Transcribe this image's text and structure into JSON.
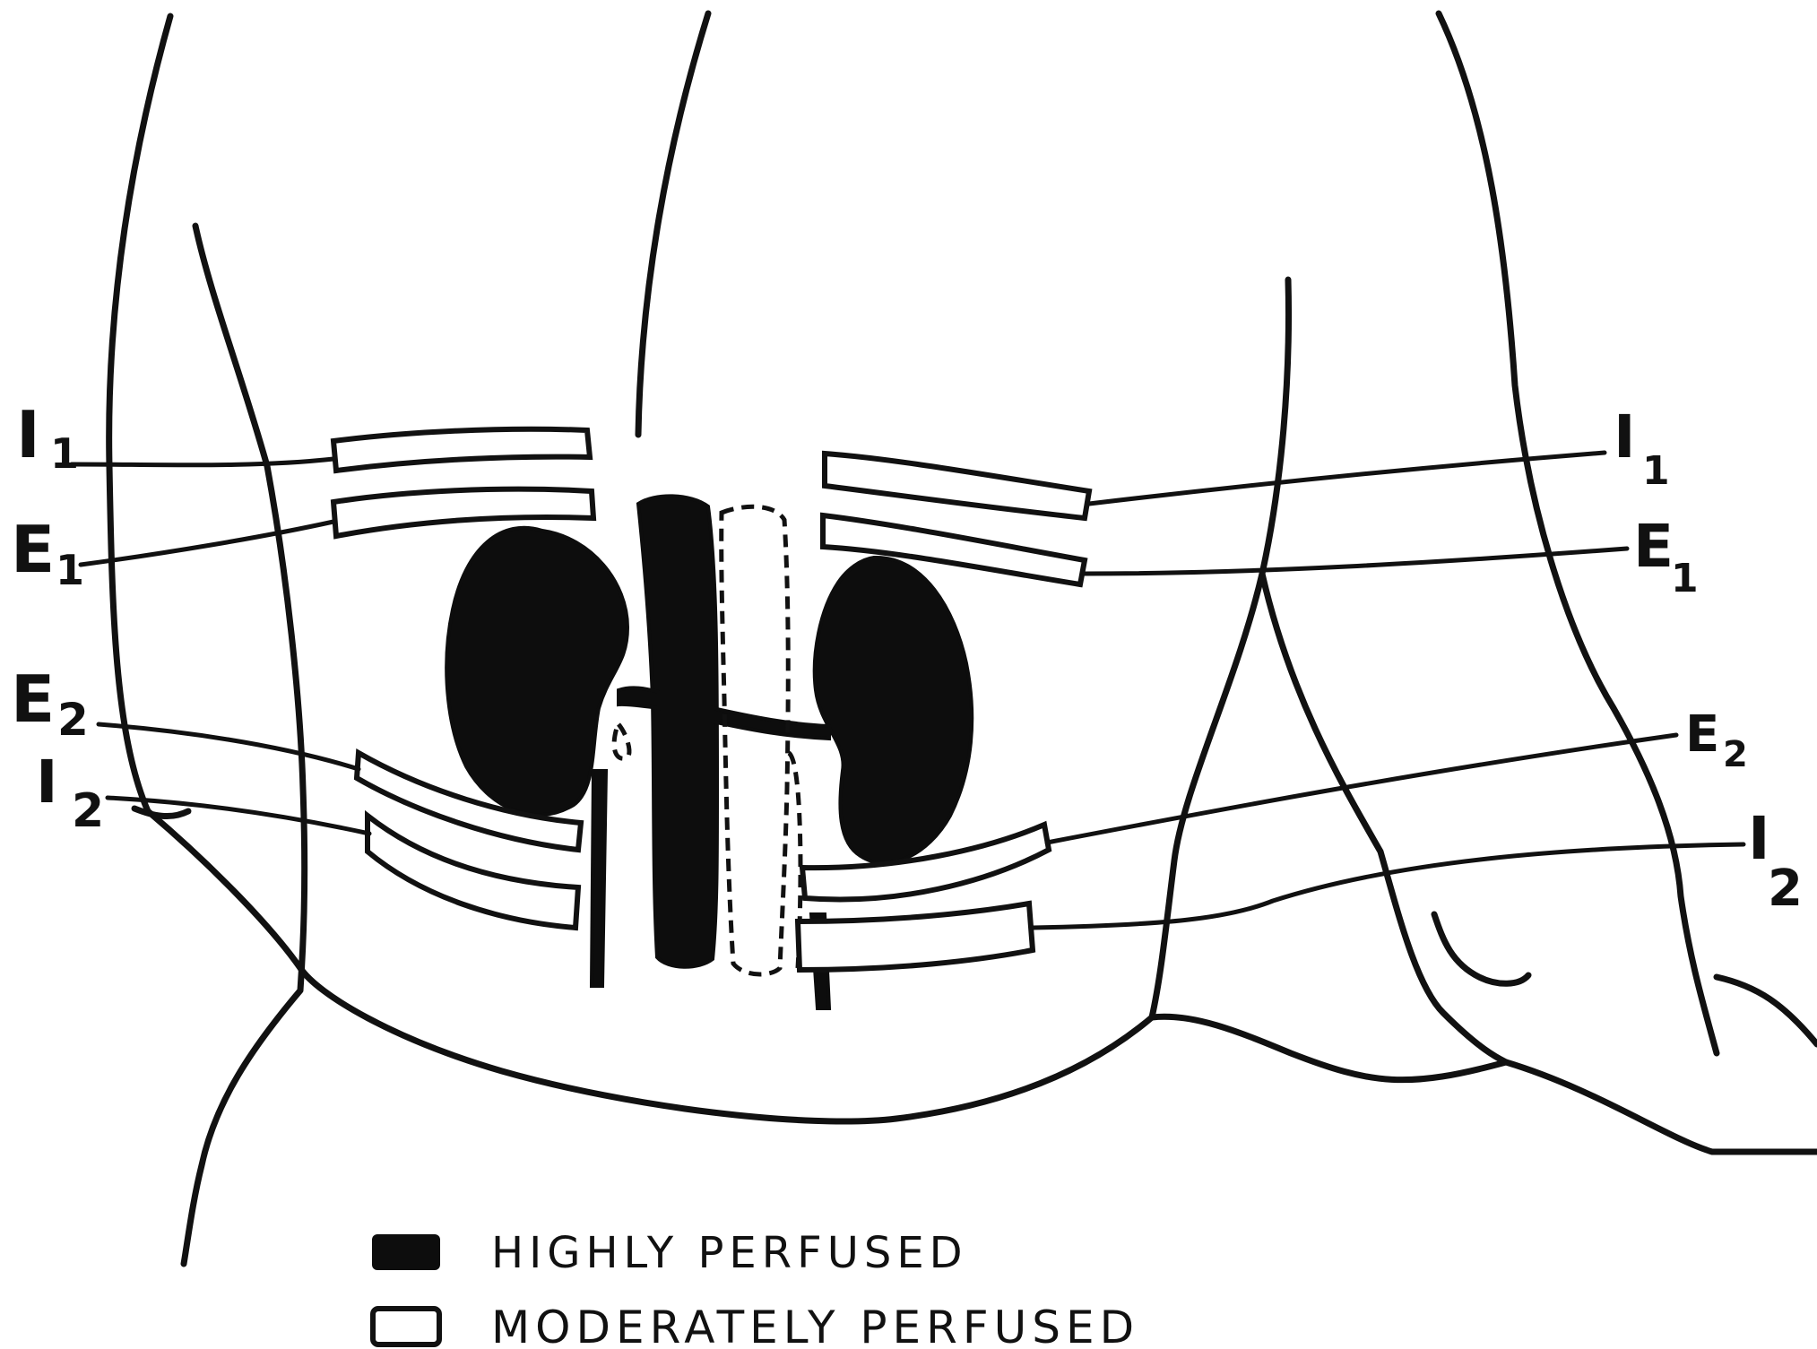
{
  "electrodes": {
    "left": [
      {
        "letter": "I",
        "sub": "1"
      },
      {
        "letter": "E",
        "sub": "1"
      },
      {
        "letter": "E",
        "sub": "2"
      },
      {
        "letter": "I",
        "sub": "2"
      }
    ],
    "right": [
      {
        "letter": "I",
        "sub": "1"
      },
      {
        "letter": "E",
        "sub": "1"
      },
      {
        "letter": "E",
        "sub": "2"
      },
      {
        "letter": "I",
        "sub": "2"
      }
    ]
  },
  "legend": {
    "highly": "HIGHLY PERFUSED",
    "moderately": "MODERATELY PERFUSED"
  }
}
